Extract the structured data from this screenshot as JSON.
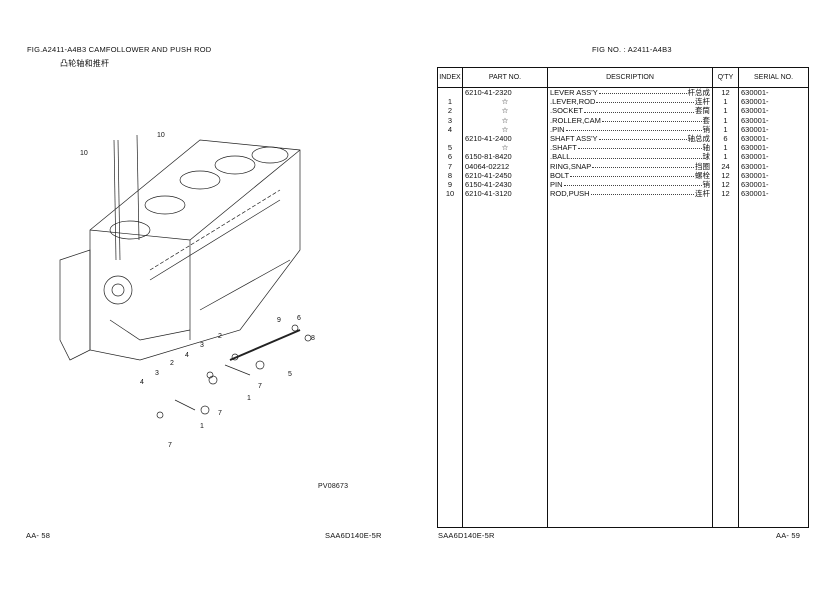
{
  "left_page": {
    "figure_title": "FIG.A2411-A4B3 CAMFOLLOWER AND PUSH ROD",
    "figure_title_cn": "凸轮轴和推杆",
    "drawing_code": "PV08673",
    "callouts": [
      "10",
      "10",
      "9",
      "6",
      "8",
      "5",
      "2",
      "3",
      "4",
      "1",
      "7",
      "2",
      "4",
      "3",
      "7",
      "1",
      "7"
    ],
    "footer_page": "AA-  58",
    "footer_model": "SAA6D140E-5R"
  },
  "right_page": {
    "fig_no": "FIG NO.  : A2411-A4B3",
    "footer_model": "SAA6D140E-5R",
    "footer_page": "AA-  59",
    "table": {
      "headers": [
        "INDEX",
        "PART  NO.",
        "DESCRIPTION",
        "Q'TY",
        "SERIAL NO."
      ],
      "rows": [
        {
          "index": "",
          "part": "6210-41-2320",
          "desc": "LEVER ASS'Y",
          "desc_cn": "杆总成",
          "qty": "12",
          "serial": "630001-"
        },
        {
          "index": "1",
          "part": "☆",
          "desc": ".LEVER,ROD",
          "desc_cn": "连杆",
          "qty": "1",
          "serial": "630001-"
        },
        {
          "index": "2",
          "part": "☆",
          "desc": ".SOCKET",
          "desc_cn": "套筒",
          "qty": "1",
          "serial": "630001-"
        },
        {
          "index": "3",
          "part": "☆",
          "desc": ".ROLLER,CAM",
          "desc_cn": "套",
          "qty": "1",
          "serial": "630001-"
        },
        {
          "index": "4",
          "part": "☆",
          "desc": ".PIN",
          "desc_cn": "销",
          "qty": "1",
          "serial": "630001-"
        },
        {
          "index": "",
          "part": "6210-41-2400",
          "desc": "SHAFT ASS'Y",
          "desc_cn": "轴总成",
          "qty": "6",
          "serial": "630001-"
        },
        {
          "index": "5",
          "part": "☆",
          "desc": ".SHAFT",
          "desc_cn": "轴",
          "qty": "1",
          "serial": "630001-"
        },
        {
          "index": "6",
          "part": "6150-81-8420",
          "desc": ".BALL",
          "desc_cn": "球",
          "qty": "1",
          "serial": "630001-"
        },
        {
          "index": "7",
          "part": "04064-02212",
          "desc": "RING,SNAP",
          "desc_cn": "挡圈",
          "qty": "24",
          "serial": "630001-"
        },
        {
          "index": "8",
          "part": "6210-41-2450",
          "desc": "BOLT",
          "desc_cn": "螺栓",
          "qty": "12",
          "serial": "630001-"
        },
        {
          "index": "9",
          "part": "6150-41-2430",
          "desc": "PIN",
          "desc_cn": "销",
          "qty": "12",
          "serial": "630001-"
        },
        {
          "index": "10",
          "part": "6210-41-3120",
          "desc": "ROD,PUSH",
          "desc_cn": "连杆",
          "qty": "12",
          "serial": "630001-"
        }
      ]
    }
  }
}
